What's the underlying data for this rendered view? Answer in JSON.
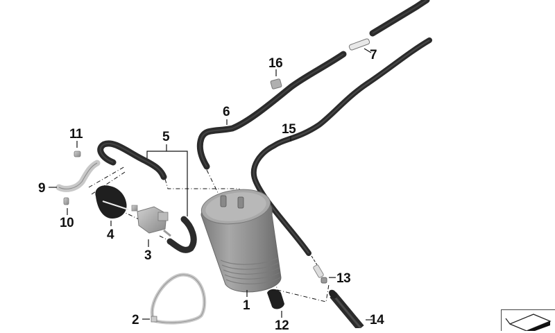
{
  "diagram": {
    "type": "exploded-parts-diagram",
    "subject": "fuel evaporative emission system — activated charcoal canister with hoses",
    "colors": {
      "background": "#ffffff",
      "hose": "#2b2b2b",
      "canister": "#8e8e8e",
      "metal_parts": "#b5b5b5",
      "labels": "#111111"
    }
  },
  "callouts": [
    {
      "number": "1",
      "part": "charcoal-canister"
    },
    {
      "number": "2",
      "part": "hose-clamp-strap"
    },
    {
      "number": "3",
      "part": "valve"
    },
    {
      "number": "4",
      "part": "rubber-mount"
    },
    {
      "number": "5",
      "part": "hose-set"
    },
    {
      "number": "6",
      "part": "vent-hose"
    },
    {
      "number": "7",
      "part": "hose-connector"
    },
    {
      "number": "9",
      "part": "bracket"
    },
    {
      "number": "10",
      "part": "screw-lower"
    },
    {
      "number": "11",
      "part": "screw-upper"
    },
    {
      "number": "12",
      "part": "hose-end-cap"
    },
    {
      "number": "13",
      "part": "connector-fitting"
    },
    {
      "number": "14",
      "part": "outlet-hose"
    },
    {
      "number": "15",
      "part": "long-hose"
    },
    {
      "number": "16",
      "part": "hose-clip"
    }
  ],
  "corner_icon": "detail-view-icon"
}
